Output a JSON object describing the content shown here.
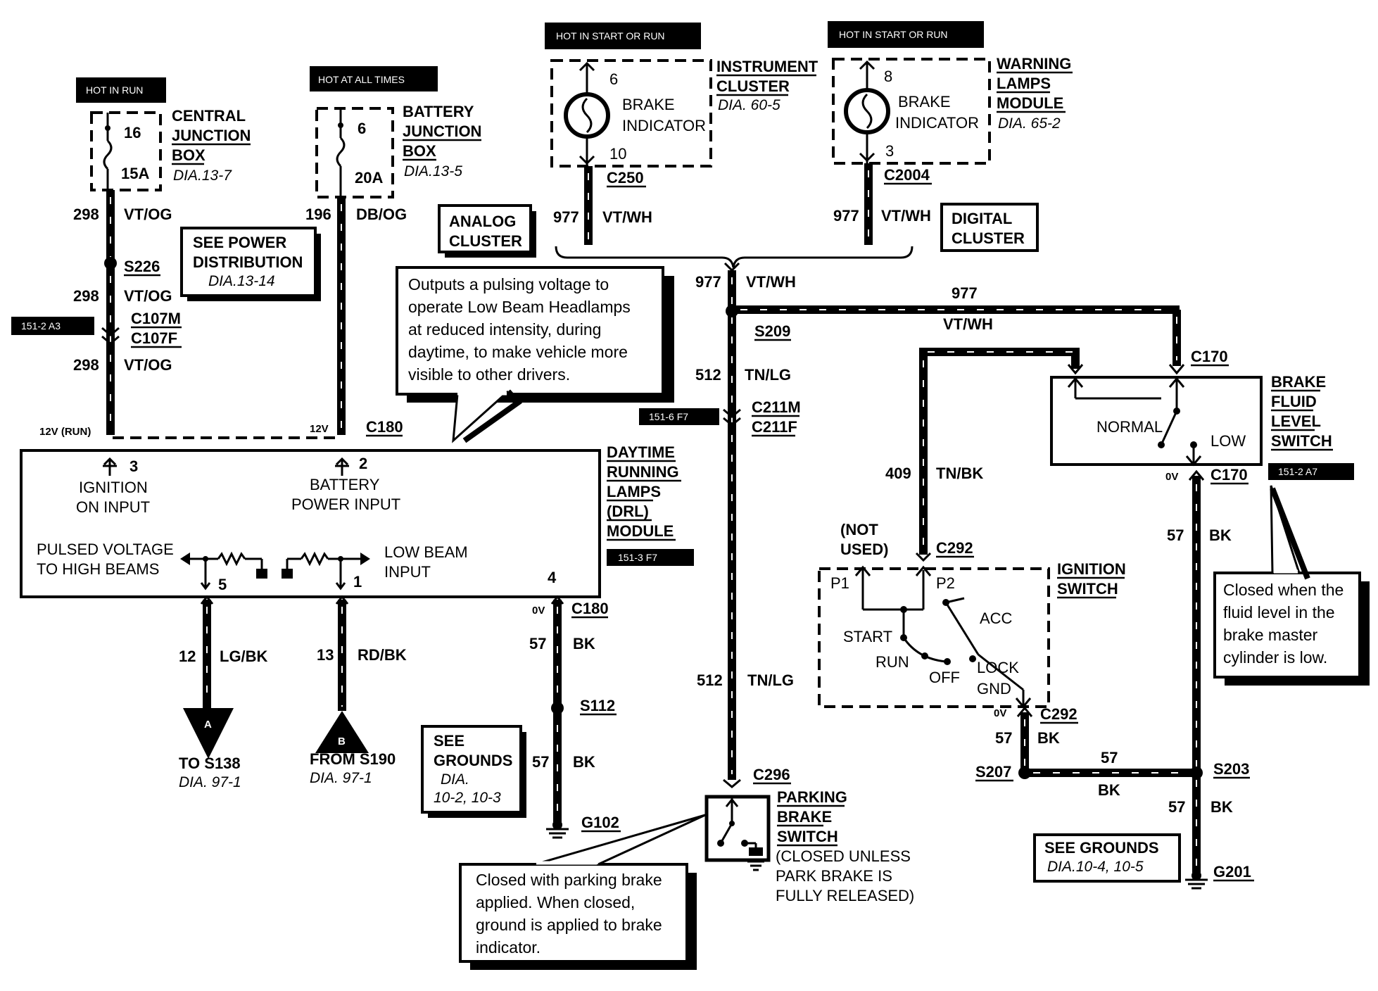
{
  "tags": {
    "hot_in_run": "HOT IN RUN",
    "hot_at_all_times": "HOT AT ALL TIMES",
    "hot_start_run_1": "HOT IN START OR RUN",
    "hot_start_run_2": "HOT IN START OR RUN",
    "ref_151_2_a3": "151-2 A3",
    "ref_151_6_f7": "151-6 F7",
    "ref_151_3_f7": "151-3 F7",
    "ref_151_2_a7": "151-2 A7"
  },
  "components": {
    "central_jb": {
      "name1": "CENTRAL",
      "name2": "JUNCTION",
      "name3": "BOX",
      "dia": "DIA.13-7",
      "pin": "16",
      "fuse": "15A"
    },
    "battery_jb": {
      "name1": "BATTERY",
      "name2": "JUNCTION",
      "name3": "BOX",
      "dia": "DIA.13-5",
      "pin": "6",
      "fuse": "20A"
    },
    "instrument_cluster": {
      "name1": "INSTRUMENT",
      "name2": "CLUSTER",
      "dia": "DIA. 60-5",
      "pin_top": "6",
      "pin_bot": "10",
      "lamp1": "BRAKE",
      "lamp2": "INDICATOR"
    },
    "warning_lamps": {
      "name1": "WARNING",
      "name2": "LAMPS",
      "name3": "MODULE",
      "dia": "DIA. 65-2",
      "pin_top": "8",
      "pin_bot": "3",
      "lamp1": "BRAKE",
      "lamp2": "INDICATOR"
    },
    "drl": {
      "name1": "DAYTIME",
      "name2": "RUNNING",
      "name3": "LAMPS",
      "name4": "(DRL)",
      "name5": "MODULE",
      "pin3": "3",
      "pin2": "2",
      "pin5": "5",
      "pin1": "1",
      "pin4": "4",
      "ign1": "IGNITION",
      "ign2": "ON INPUT",
      "bat1": "BATTERY",
      "bat2": "POWER INPUT",
      "pv1": "PULSED VOLTAGE",
      "pv2": "TO HIGH BEAMS",
      "lb1": "LOW BEAM",
      "lb2": "INPUT"
    },
    "brake_fluid": {
      "name1": "BRAKE",
      "name2": "FLUID",
      "name3": "LEVEL",
      "name4": "SWITCH",
      "normal": "NORMAL",
      "low": "LOW"
    },
    "ignition_switch": {
      "name1": "IGNITION",
      "name2": "SWITCH",
      "not_used1": "(NOT",
      "not_used2": "USED)",
      "p1": "P1",
      "p2": "P2",
      "start": "START",
      "run": "RUN",
      "off": "OFF",
      "acc": "ACC",
      "lock": "LOCK",
      "gnd": "GND"
    },
    "parking_brake": {
      "name1": "PARKING",
      "name2": "BRAKE",
      "name3": "SWITCH",
      "note1": "(CLOSED UNLESS",
      "note2": "PARK BRAKE IS",
      "note3": "FULLY RELEASED)"
    }
  },
  "boxes": {
    "see_power": {
      "l1": "SEE POWER",
      "l2": "DISTRIBUTION",
      "l3": "DIA.13-14"
    },
    "analog": {
      "l1": "ANALOG",
      "l2": "CLUSTER"
    },
    "digital": {
      "l1": "DIGITAL",
      "l2": "CLUSTER"
    },
    "see_grounds_1": {
      "l1": "SEE",
      "l2": "GROUNDS",
      "l3": "DIA.",
      "l4": "10-2, 10-3"
    },
    "see_grounds_2": {
      "l1": "SEE GROUNDS",
      "l2": "DIA.10-4, 10-5"
    }
  },
  "callouts": {
    "drl_note": [
      "Outputs a pulsing voltage to",
      "operate Low Beam Headlamps",
      "at reduced intensity, during",
      "daytime, to make vehicle more",
      "visible to other drivers."
    ],
    "fluid_note": [
      "Closed when the",
      "fluid level in the",
      "brake master",
      "cylinder is low."
    ],
    "park_note": [
      "Closed with parking brake",
      "applied. When closed,",
      "ground is applied to brake",
      "indicator."
    ]
  },
  "wires": {
    "w298a": {
      "num": "298",
      "color": "VT/OG"
    },
    "w298b": {
      "num": "298",
      "color": "VT/OG"
    },
    "w298c": {
      "num": "298",
      "color": "VT/OG"
    },
    "w196": {
      "num": "196",
      "color": "DB/OG"
    },
    "w977a": {
      "num": "977",
      "color": "VT/WH"
    },
    "w977b": {
      "num": "977",
      "color": "VT/WH"
    },
    "w977c": {
      "num": "977",
      "color": "VT/WH"
    },
    "w977d": {
      "num": "977",
      "color": "VT/WH"
    },
    "w512a": {
      "num": "512",
      "color": "TN/LG"
    },
    "w512b": {
      "num": "512",
      "color": "TN/LG"
    },
    "w409": {
      "num": "409",
      "color": "TN/BK"
    },
    "w12": {
      "num": "12",
      "color": "LG/BK"
    },
    "w13": {
      "num": "13",
      "color": "RD/BK"
    },
    "w57a": {
      "num": "57",
      "color": "BK"
    },
    "w57b": {
      "num": "57",
      "color": "BK"
    },
    "w57c": {
      "num": "57",
      "color": "BK"
    },
    "w57d": {
      "num": "57",
      "color": "BK"
    },
    "w57e": {
      "num": "57",
      "color": "BK"
    },
    "w57f": {
      "num": "57",
      "color": "BK"
    }
  },
  "connectors": {
    "s226": "S226",
    "c107m": "C107M",
    "c107f": "C107F",
    "c180a": "C180",
    "c180b": "C180",
    "c250": "C250",
    "c2004": "C2004",
    "s209": "S209",
    "c211m": "C211M",
    "c211f": "C211F",
    "c296": "C296",
    "c170a": "C170",
    "c170b": "C170",
    "c292a": "C292",
    "c292b": "C292",
    "s207": "S207",
    "s203": "S203",
    "s112": "S112",
    "g102": "G102",
    "g201": "G201"
  },
  "voltages": {
    "v12run": "12V (RUN)",
    "v12": "12V",
    "v0a": "0V",
    "v0b": "0V",
    "v0c": "0V"
  },
  "terminals": {
    "a": {
      "letter": "A",
      "l1": "TO S138",
      "l2": "DIA. 97-1"
    },
    "b": {
      "letter": "B",
      "l1": "FROM S190",
      "l2": "DIA. 97-1"
    }
  }
}
